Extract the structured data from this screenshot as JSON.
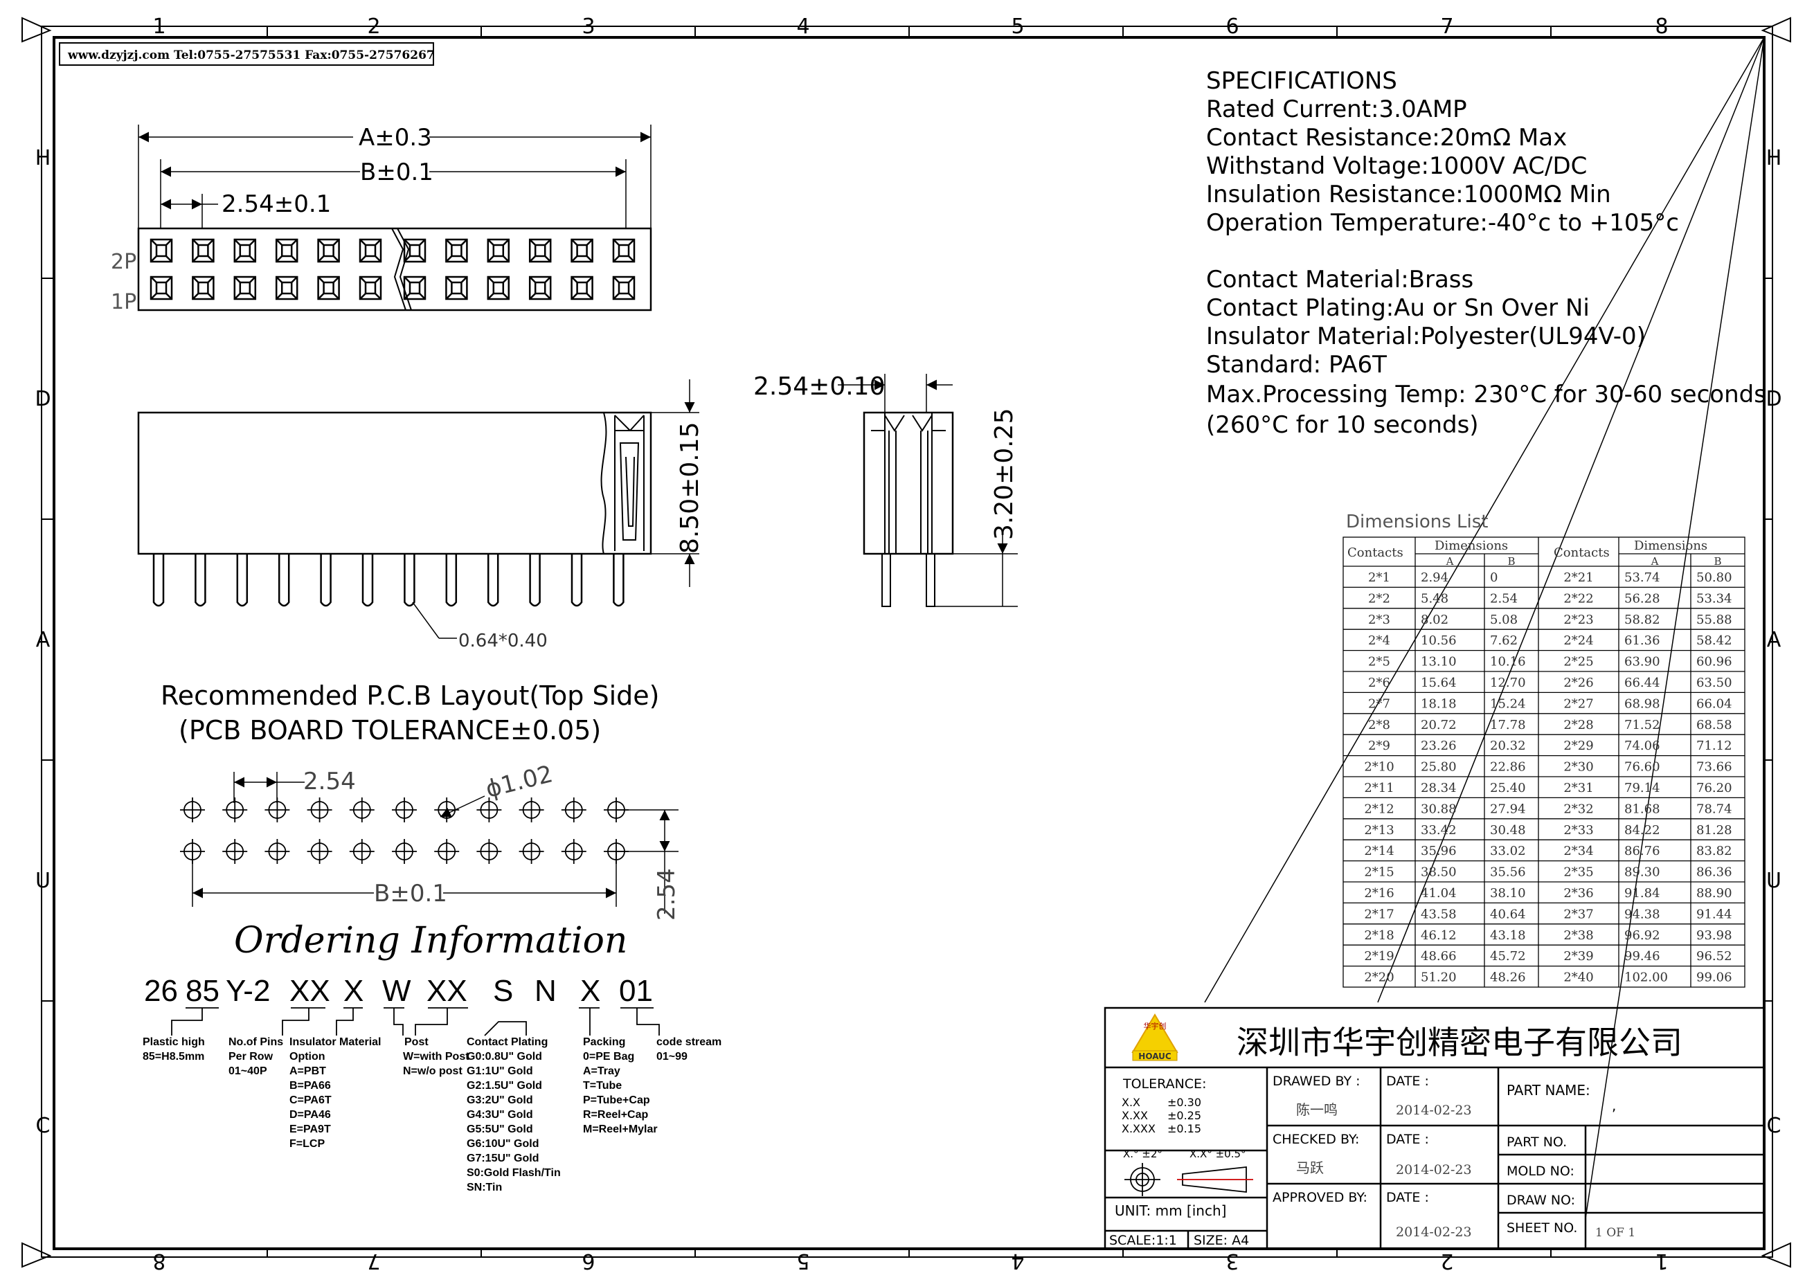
{
  "frame": {
    "top_cols": [
      "1",
      "2",
      "3",
      "4",
      "5",
      "6",
      "7",
      "8"
    ],
    "bottom_cols": [
      "8",
      "7",
      "6",
      "5",
      "4",
      "3",
      "2",
      "1"
    ],
    "rows": [
      "H",
      "D",
      "A",
      "U",
      "C"
    ]
  },
  "website": "www.dzyjzj.com  Tel:0755-27575531  Fax:0755-27576267",
  "top_view": {
    "dim_a": "A±0.3",
    "dim_b": "B±0.1",
    "dim_pitch": "2.54±0.1",
    "label_2p": "2P",
    "label_1p": "1P"
  },
  "front_view": {
    "height": "8.50±0.15",
    "pin": "0.64*0.40"
  },
  "side_view": {
    "pitch": "2.54±0.10",
    "tail": "3.20±0.25"
  },
  "pcb": {
    "title1": "Recommended P.C.B Layout(Top Side)",
    "title2": "(PCB BOARD TOLERANCE±0.05)",
    "pitch": "2.54",
    "hole": "ϕ1.02",
    "dim_b": "B±0.1",
    "row_pitch": "2.54"
  },
  "specs": {
    "lines": [
      "SPECIFICATIONS",
      "Rated  Current:3.0AMP",
      "Contact  Resistance:20mΩ  Max",
      "Withstand  Voltage:1000V  AC/DC",
      "Insulation  Resistance:1000MΩ  Min",
      "Operation  Temperature:-40°c  to  +105°c",
      "",
      "Contact  Material:Brass",
      "Contact  Plating:Au  or  Sn  Over  Ni",
      "Insulator  Material:Polyester(UL94V-0)",
      "Standard:             PA6T",
      "Max.Processing  Temp:  230°C  for  30-60  seconds",
      "                                 (260°C  for  10  seconds)"
    ]
  },
  "dimensions": {
    "title": "Dimensions  List",
    "head_contacts": "Contacts",
    "head_dims": "Dimensions",
    "head_a": "A",
    "head_b": "B",
    "left": [
      [
        "2*1",
        "2.94",
        "0"
      ],
      [
        "2*2",
        "5.48",
        "2.54"
      ],
      [
        "2*3",
        "8.02",
        "5.08"
      ],
      [
        "2*4",
        "10.56",
        "7.62"
      ],
      [
        "2*5",
        "13.10",
        "10.16"
      ],
      [
        "2*6",
        "15.64",
        "12.70"
      ],
      [
        "2*7",
        "18.18",
        "15.24"
      ],
      [
        "2*8",
        "20.72",
        "17.78"
      ],
      [
        "2*9",
        "23.26",
        "20.32"
      ],
      [
        "2*10",
        "25.80",
        "22.86"
      ],
      [
        "2*11",
        "28.34",
        "25.40"
      ],
      [
        "2*12",
        "30.88",
        "27.94"
      ],
      [
        "2*13",
        "33.42",
        "30.48"
      ],
      [
        "2*14",
        "35.96",
        "33.02"
      ],
      [
        "2*15",
        "38.50",
        "35.56"
      ],
      [
        "2*16",
        "41.04",
        "38.10"
      ],
      [
        "2*17",
        "43.58",
        "40.64"
      ],
      [
        "2*18",
        "46.12",
        "43.18"
      ],
      [
        "2*19",
        "48.66",
        "45.72"
      ],
      [
        "2*20",
        "51.20",
        "48.26"
      ]
    ],
    "right": [
      [
        "2*21",
        "53.74",
        "50.80"
      ],
      [
        "2*22",
        "56.28",
        "53.34"
      ],
      [
        "2*23",
        "58.82",
        "55.88"
      ],
      [
        "2*24",
        "61.36",
        "58.42"
      ],
      [
        "2*25",
        "63.90",
        "60.96"
      ],
      [
        "2*26",
        "66.44",
        "63.50"
      ],
      [
        "2*27",
        "68.98",
        "66.04"
      ],
      [
        "2*28",
        "71.52",
        "68.58"
      ],
      [
        "2*29",
        "74.06",
        "71.12"
      ],
      [
        "2*30",
        "76.60",
        "73.66"
      ],
      [
        "2*31",
        "79.14",
        "76.20"
      ],
      [
        "2*32",
        "81.68",
        "78.74"
      ],
      [
        "2*33",
        "84.22",
        "81.28"
      ],
      [
        "2*34",
        "86.76",
        "83.82"
      ],
      [
        "2*35",
        "89.30",
        "86.36"
      ],
      [
        "2*36",
        "91.84",
        "88.90"
      ],
      [
        "2*37",
        "94.38",
        "91.44"
      ],
      [
        "2*38",
        "96.92",
        "93.98"
      ],
      [
        "2*39",
        "99.46",
        "96.52"
      ],
      [
        "2*40",
        "102.00",
        "99.06"
      ]
    ]
  },
  "ordering": {
    "title": "Ordering Information",
    "code": [
      "26",
      "85",
      "Y-2",
      "XX",
      "X",
      "W",
      "XX",
      "S",
      "N",
      "X",
      "01"
    ],
    "notes": [
      [
        "Plastic  high",
        "85=H8.5mm"
      ],
      [
        "No.of  Pins",
        "Per  Row",
        "01~40P"
      ],
      [
        "Insulator  Material",
        "Option",
        "A=PBT",
        "B=PA66",
        "C=PA6T",
        "D=PA46",
        "E=PA9T",
        "F=LCP"
      ],
      [
        "Post",
        "W=with  Post",
        "N=w/o  post"
      ],
      [
        "Contact  Plating",
        "G0:0.8U\"  Gold",
        "G1:1U\"  Gold",
        "G2:1.5U\"  Gold",
        "G3:2U\"  Gold",
        "G4:3U\"  Gold",
        "G5:5U\"  Gold",
        "G6:10U\"  Gold",
        "G7:15U\"  Gold",
        "S0:Gold  Flash/Tin",
        "SN:Tin"
      ],
      [
        "Packing",
        "0=PE  Bag",
        "A=Tray",
        "T=Tube",
        "P=Tube+Cap",
        "R=Reel+Cap",
        "M=Reel+Mylar"
      ],
      [
        "code  stream",
        "01~99"
      ]
    ]
  },
  "title_block": {
    "company": "深圳市华宇创精密电子有限公司",
    "logo_text": "HOAUC",
    "logo_cn": "华宇创",
    "tolerance_label": "TOLERANCE:",
    "tol_lines": [
      [
        "X.X",
        "±0.30"
      ],
      [
        "X.XX",
        "±0.25"
      ],
      [
        "X.XXX",
        "±0.15"
      ]
    ],
    "angle1": "X.°  ±2°",
    "angle2": "X.X°  ±0.5°",
    "unit": "UNIT:  mm  [inch]",
    "scale": "SCALE:1:1",
    "size": "SIZE:  A4",
    "drawed_by_label": "DRAWED  BY :",
    "drawed_by": "陈一鸣",
    "checked_by_label": "CHECKED  BY:",
    "checked_by": "马跃",
    "approved_by_label": "APPROVED  BY:",
    "date_label": "DATE  :",
    "date1": "2014-02-23",
    "date2": "2014-02-23",
    "date3": "2014-02-23",
    "part_name_label": "PART  NAME:",
    "part_name_value": ",",
    "part_no_label": "PART  NO.",
    "mold_no_label": "MOLD  NO:",
    "draw_no_label": "DRAW  NO:",
    "sheet_no_label": "SHEET  NO.",
    "sheet_no": "1  OF  1"
  }
}
